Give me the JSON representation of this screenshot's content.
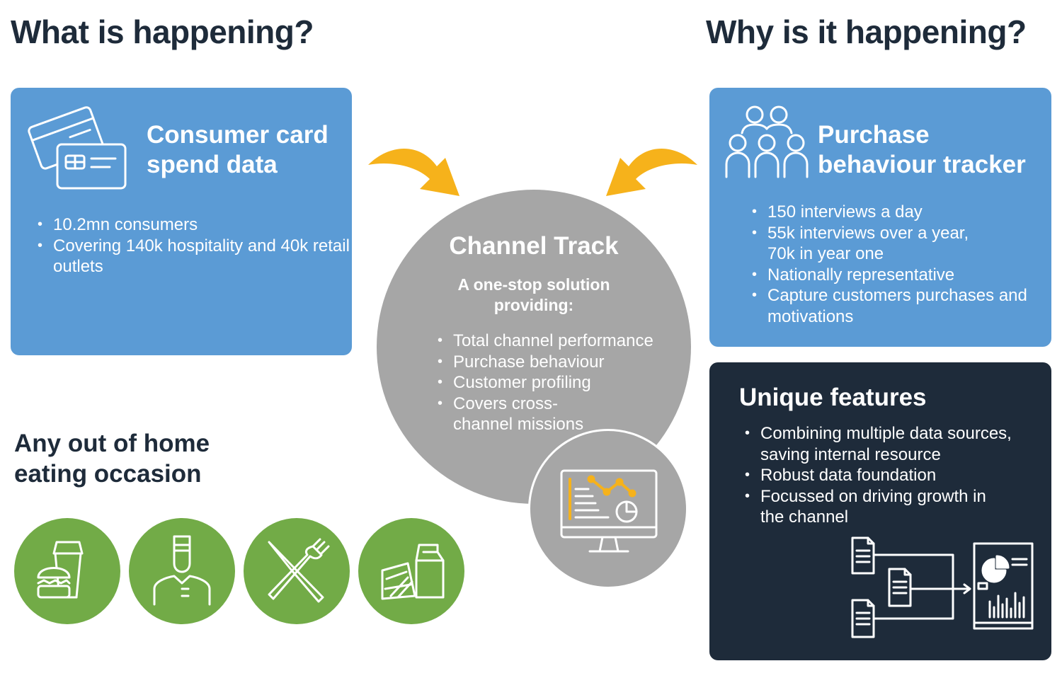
{
  "left": {
    "heading": "What is happening?",
    "card": {
      "title": "Consumer card spend data",
      "icon": "credit-card-icon",
      "bullets": [
        "10.2mn consumers",
        "Covering 140k hospitality and 40k retail outlets"
      ]
    },
    "occasion": {
      "title": "Any out of home eating occasion",
      "icons": [
        "burger-drink-icon",
        "chef-icon",
        "knife-fork-icon",
        "sandwich-milk-icon"
      ]
    }
  },
  "right": {
    "heading": "Why is it happening?",
    "card": {
      "title": "Purchase behaviour tracker",
      "icon": "people-group-icon",
      "bullets": [
        "150 interviews a day",
        "55k interviews over a year, 70k in year one",
        "Nationally representative",
        "Capture customers purchases and motivations"
      ]
    },
    "features": {
      "title": "Unique features",
      "icon": "data-sources-merge-icon",
      "bullets": [
        "Combining multiple data sources, saving internal resource",
        "Robust data foundation",
        "Focussed on driving growth in the channel"
      ]
    }
  },
  "center": {
    "title": "Channel Track",
    "subtitle": "A one-stop solution providing:",
    "icon": "monitor-analytics-icon",
    "bullets": [
      "Total channel performance",
      "Purchase behaviour",
      "Customer profiling",
      "Covers cross-channel missions"
    ]
  },
  "colors": {
    "navy": "#1e2b3a",
    "blue": "#5b9bd5",
    "gray": "#a6a6a6",
    "green": "#72ab47",
    "arrow": "#f6b21b"
  }
}
